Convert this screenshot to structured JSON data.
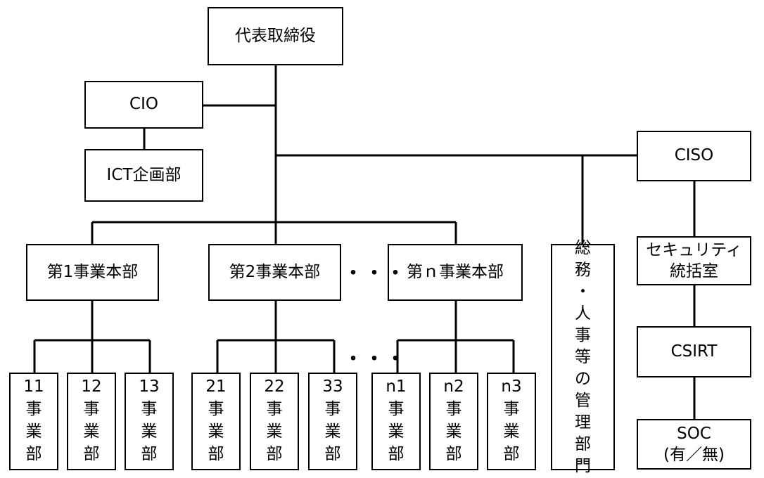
{
  "diagram": {
    "ceo": "代表取締役",
    "cio": "CIO",
    "ict_planning": "ICT企画部",
    "ciso": "CISO",
    "security_office": [
      "セキュリティ",
      "統括室"
    ],
    "csirt": "CSIRT",
    "soc": [
      "SOC",
      "(有／無)"
    ],
    "admin_dept": [
      "総",
      "務",
      "・",
      "人",
      "事",
      "等",
      "の",
      "管",
      "理",
      "部",
      "門"
    ],
    "hq1": "第1事業本部",
    "hq2": "第2事業本部",
    "hqn": "第ｎ事業本部",
    "ellipsis": "・・・",
    "divisions": [
      {
        "num": "11",
        "chars": [
          "事",
          "業",
          "部"
        ]
      },
      {
        "num": "12",
        "chars": [
          "事",
          "業",
          "部"
        ]
      },
      {
        "num": "13",
        "chars": [
          "事",
          "業",
          "部"
        ]
      },
      {
        "num": "21",
        "chars": [
          "事",
          "業",
          "部"
        ]
      },
      {
        "num": "22",
        "chars": [
          "事",
          "業",
          "部"
        ]
      },
      {
        "num": "33",
        "chars": [
          "事",
          "業",
          "部"
        ]
      },
      {
        "num": "n1",
        "chars": [
          "事",
          "業",
          "部"
        ]
      },
      {
        "num": "n2",
        "chars": [
          "事",
          "業",
          "部"
        ]
      },
      {
        "num": "n3",
        "chars": [
          "事",
          "業",
          "部"
        ]
      }
    ]
  }
}
